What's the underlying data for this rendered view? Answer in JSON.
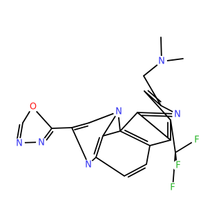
{
  "figure": {
    "kind": "chemical-structure",
    "background": "#ffffff",
    "bond_color": "#000000"
  },
  "element_colors": {
    "N": "#3030f0",
    "O": "#ff1a1a",
    "F": "#2ab52a"
  },
  "atoms": [
    {
      "id": "O1",
      "element": "O",
      "label": "O"
    },
    {
      "id": "N3a",
      "element": "N",
      "label": "N"
    },
    {
      "id": "N3b",
      "element": "N",
      "label": "N"
    },
    {
      "id": "N4",
      "element": "N",
      "label": "N"
    },
    {
      "id": "N7",
      "element": "N",
      "label": "N"
    },
    {
      "id": "N8",
      "element": "N",
      "label": "N"
    },
    {
      "id": "NMe",
      "element": "N",
      "label": "N"
    },
    {
      "id": "F1",
      "element": "F",
      "label": "F"
    },
    {
      "id": "F2",
      "element": "F",
      "label": "F"
    },
    {
      "id": "F3",
      "element": "F",
      "label": "F"
    }
  ]
}
